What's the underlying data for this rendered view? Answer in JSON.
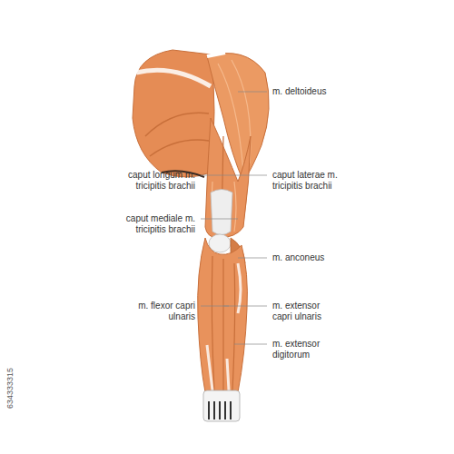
{
  "diagram": {
    "labels": [
      "m. deltoideus",
      "caput longum m. tricipitis brachii",
      "caput laterae m. tricipitis brachii",
      "caput mediale m. tricipitis brachii",
      "m. anconeus",
      "m. flexor capri ulnaris",
      "m. extensor capri ulnaris",
      "m. extensor digitorum",
      "634333315"
    ]
  }
}
